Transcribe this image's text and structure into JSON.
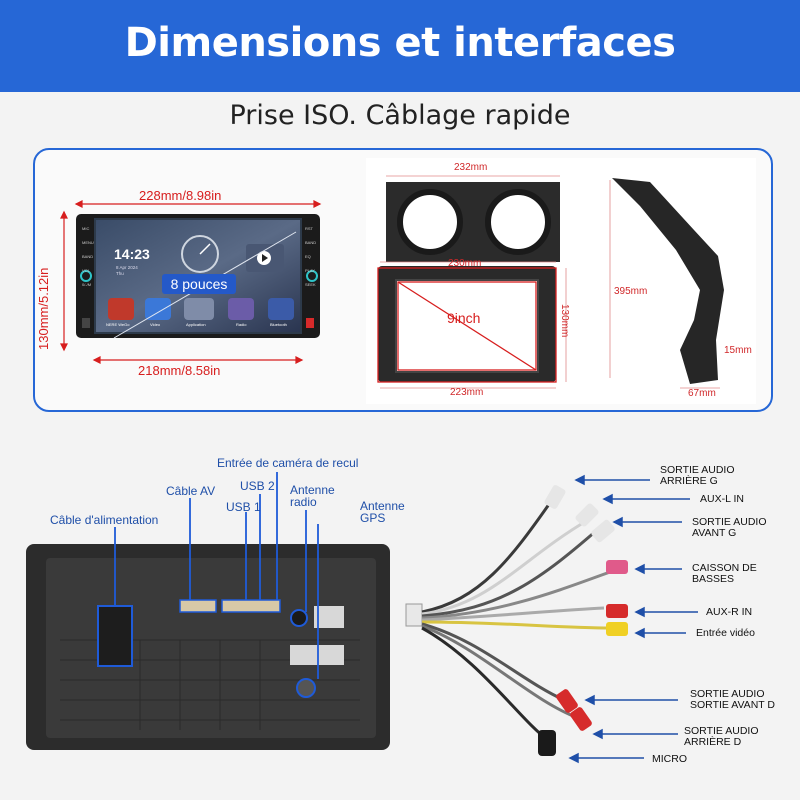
{
  "header": {
    "title": "Dimensions et interfaces"
  },
  "subtitle": "Prise ISO. Câblage rapide",
  "radio": {
    "width_top": "228mm/8.98in",
    "width_bottom": "218mm/8.58in",
    "height": "130mm/5.12in",
    "clock": "14:23",
    "date": "8 Apr 2024",
    "day": "Thu",
    "screen_label": "8 pouces",
    "left_buttons": [
      "MIC",
      "MENU",
      "BAND",
      "VOL",
      "0/-/M"
    ],
    "right_buttons": [
      "RST",
      "BAND",
      "EQ",
      "PLAY",
      "SEEK"
    ],
    "apps": [
      "NERE WeGo",
      "Video",
      "Application",
      "Radio",
      "Bluetooth"
    ]
  },
  "frame": {
    "width_top": "232mm",
    "inner_width": "230mm",
    "height": "130mm",
    "bottom_width": "223mm",
    "screen": "9inch",
    "side_height": "395mm",
    "side_width": "67mm",
    "side_depth": "15mm"
  },
  "rear_labels": {
    "backup_camera": "Entrée de caméra de recul",
    "av_cable": "Câble AV",
    "usb2": "USB 2",
    "usb1": "USB 1",
    "antenna_radio": "Antenne\nradio",
    "antenna_gps": "Antenne\nGPS",
    "power_cable": "Câble d'alimentation"
  },
  "harness_labels": [
    "SORTIE AUDIO\nARRIÈRE G",
    "AUX-L IN",
    "SORTIE AUDIO\nAVANT G",
    "CAISSON DE\nBASSES",
    "AUX-R IN",
    "Entrée vidéo",
    "SORTIE AUDIO\nSORTIE AVANT D",
    "SORTIE AUDIO\nARRIÈRE D",
    "MICRO"
  ],
  "colors": {
    "brand": "#2667d6",
    "dimension": "#d71e1e"
  }
}
